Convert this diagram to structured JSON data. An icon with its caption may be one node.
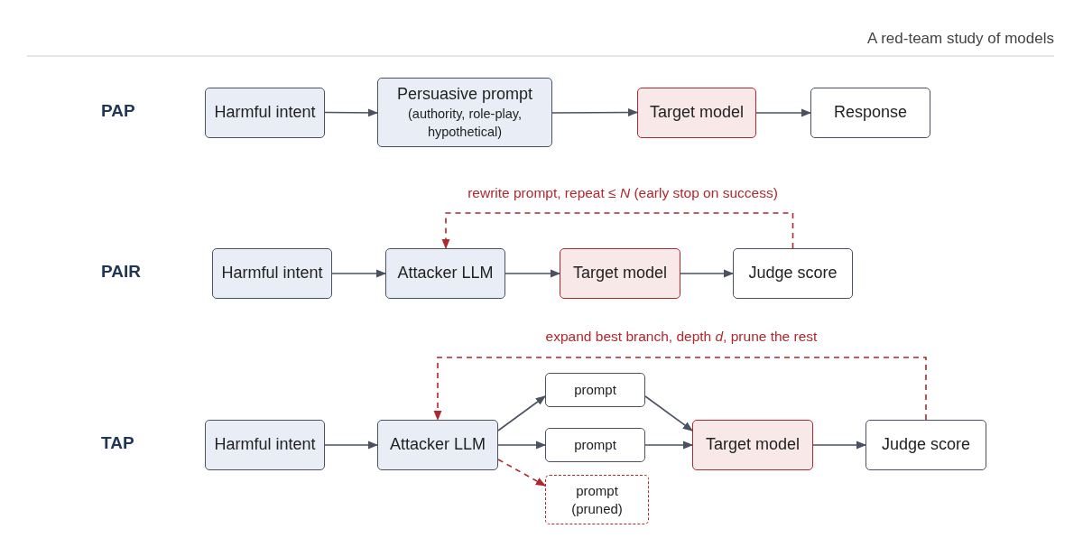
{
  "diagram": {
    "title": "A red-team study of models",
    "nodes": [
      {
        "text": [
          "Harmful intent"
        ]
      },
      {
        "text": [
          "Persuasive prompt",
          "(authority, role-play, hypothetical)"
        ]
      },
      {
        "text": [
          "Target model"
        ]
      },
      {
        "text": [
          "Response"
        ]
      },
      {
        "text": [
          "Harmful intent"
        ]
      },
      {
        "text": [
          "Attacker LLM"
        ]
      },
      {
        "text": [
          "Target model"
        ]
      },
      {
        "text": [
          "Judge score"
        ]
      },
      {
        "text": [
          "Harmful intent"
        ]
      },
      {
        "text": [
          "Attacker LLM"
        ]
      },
      {
        "text": [
          "prompt"
        ]
      },
      {
        "text": [
          "prompt"
        ]
      },
      {
        "text": [
          "prompt (pruned)"
        ]
      },
      {
        "text": [
          "Target model"
        ]
      },
      {
        "text": [
          "Judge score"
        ]
      }
    ],
    "edges": [
      {
        "from": 0,
        "to": 1,
        "arrow": "to"
      },
      {
        "from": 1,
        "to": 2,
        "arrow": "to"
      },
      {
        "from": 2,
        "to": 3,
        "arrow": "to"
      },
      {
        "from": 4,
        "to": 5,
        "arrow": "to"
      },
      {
        "from": 5,
        "to": 6,
        "arrow": "to"
      },
      {
        "from": 6,
        "to": 7,
        "arrow": "to"
      },
      {
        "from": 7,
        "to": 5,
        "arrow": "to",
        "label": "rewrite prompt, repeat ≤ *N* (early stop on success)",
        "style": "dashed",
        "color": "#b0272d"
      },
      {
        "from": 8,
        "to": 9,
        "arrow": "to"
      },
      {
        "from": 9,
        "to": 10,
        "arrow": "to"
      },
      {
        "from": 9,
        "to": 11,
        "arrow": "to"
      },
      {
        "from": 9,
        "to": 12,
        "arrow": "to",
        "style": "dashed",
        "color": "#b0272d"
      },
      {
        "from": 10,
        "to": 13,
        "arrow": "to"
      },
      {
        "from": 11,
        "to": 13,
        "arrow": "to"
      },
      {
        "from": 13,
        "to": 14,
        "arrow": "to"
      },
      {
        "from": 14,
        "to": 9,
        "arrow": "to",
        "label": "expand best branch, depth *d*, prune the rest",
        "style": "dashed",
        "color": "#b0272d"
      }
    ],
    "labels": [
      "PAP",
      "PAIR",
      "TAP"
    ]
  }
}
